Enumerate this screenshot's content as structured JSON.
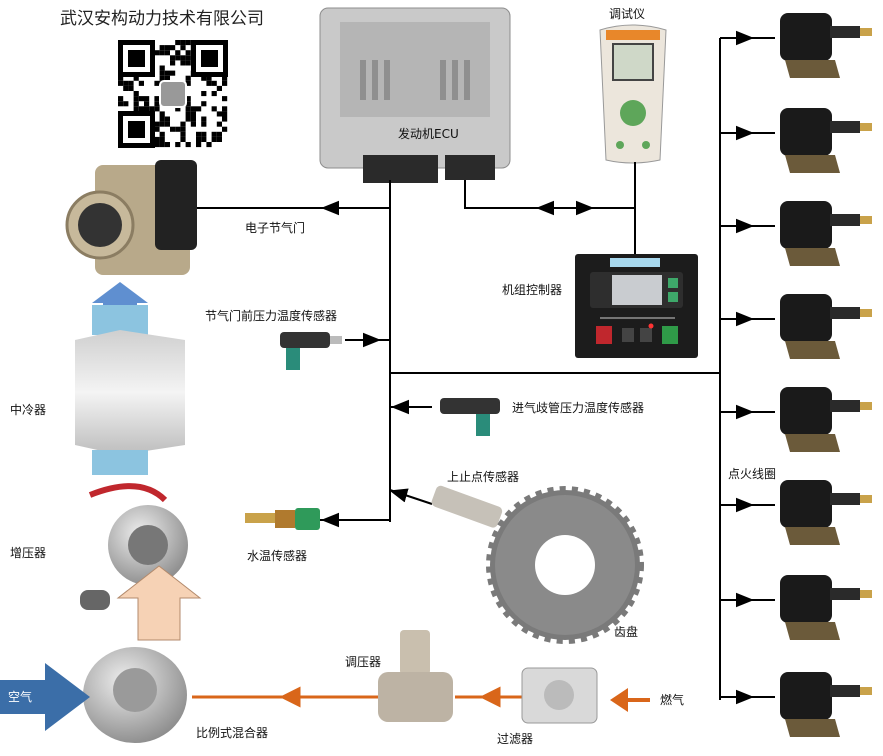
{
  "company": "武汉安构动力技术有限公司",
  "labels": {
    "ecu": "发动机ECU",
    "debugger": "调试仪",
    "controller": "机组控制器",
    "throttle": "电子节气门",
    "pre_throttle_sensor": "节气门前压力温度传感器",
    "intercooler": "中冷器",
    "manifold_sensor": "进气歧管压力温度传感器",
    "tdc_sensor": "上止点传感器",
    "turbo": "增压器",
    "water_temp_sensor": "水温传感器",
    "ignition_coil": "点火线圈",
    "gear_disc": "齿盘",
    "regulator": "调压器",
    "gas": "燃气",
    "air": "空气",
    "mixer": "比例式混合器",
    "filter": "过滤器"
  },
  "colors": {
    "line": "#000000",
    "fuel_line": "#d9661a",
    "air_arrow": "#3b6ea8",
    "boost_arrow": "#f6d2b5",
    "cooled_arrow": "#5f8fd0"
  },
  "coil_count": 8
}
